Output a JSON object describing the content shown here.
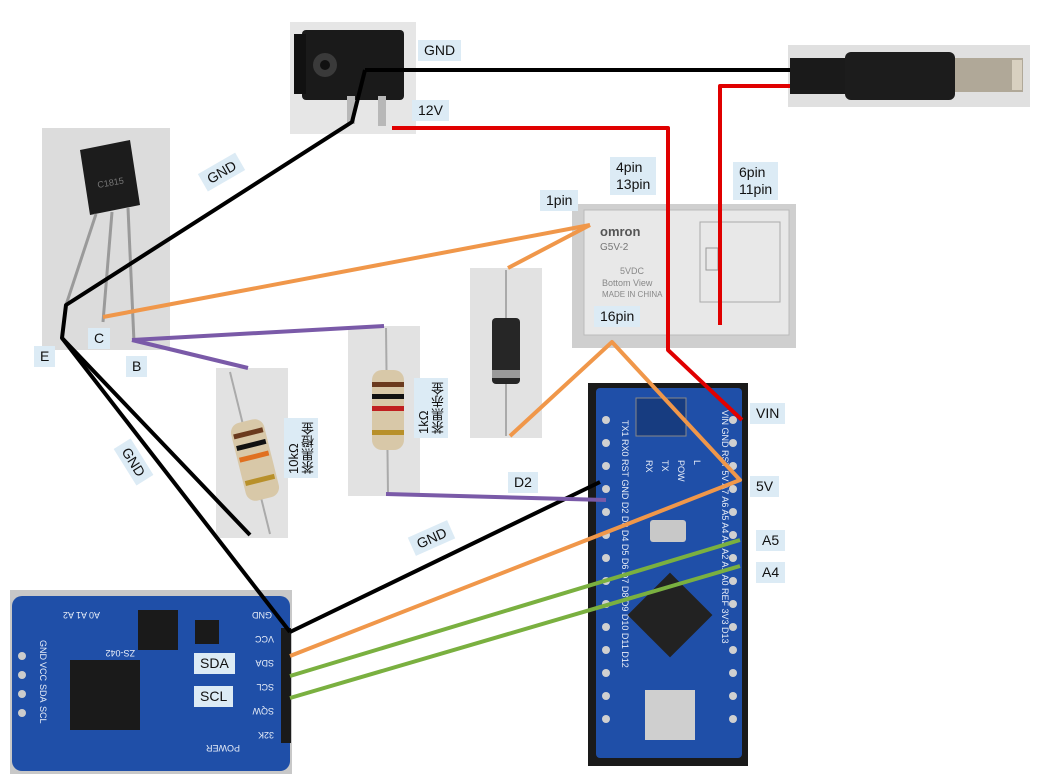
{
  "labels": {
    "gnd_top": "GND",
    "v12": "12V",
    "pin1": "1pin",
    "pin4_13": "4pin\n13pin",
    "pin6_11": "6pin\n11pin",
    "pin16": "16pin",
    "c": "C",
    "b": "B",
    "e": "E",
    "gnd_diag1": "GND",
    "gnd_diag2": "GND",
    "gnd_diag3": "GND",
    "r10k": "10kΩ\n茶黒橙金",
    "r1k": "1kΩ\n茶黒赤金",
    "d2": "D2",
    "vin": "VIN",
    "v5": "5V",
    "a5": "A5",
    "a4": "A4",
    "sda": "SDA",
    "scl": "SCL"
  },
  "relay": {
    "brand": "omron",
    "model": "G5V-2",
    "rating": "5VDC",
    "line2": "Bottom View",
    "line3": "MADE IN CHINA"
  },
  "transistor": {
    "marking": "C1815"
  },
  "rtc": {
    "model": "ZS-042",
    "pins": [
      "GND",
      "VCC",
      "SDA",
      "SCL",
      "SQW",
      "32K"
    ],
    "left_pins": [
      "GND",
      "VCC",
      "SDA",
      "SCL"
    ],
    "power": "POWER",
    "addr": "A0 A1 A2"
  },
  "nano": {
    "top_pins": "TX1 RX0 RST GND D2 D3 D4 D5 D6 D7 D8 D9 D10 D11 D12",
    "right_pins": "VIN GND RST 5V A7 A6 A5 A4 A3 A2 A1 A0 REF 3V3 D13",
    "leds": [
      "RX",
      "TX",
      "POW",
      "L"
    ]
  },
  "colors": {
    "gnd_wire": "#000000",
    "v12_wire": "#e00000",
    "orange_wire": "#f0974a",
    "purple_wire": "#7a5aa8",
    "green_wire": "#7ab040",
    "label_bg": "#dcebf5",
    "pcb_blue": "#1f4fa8"
  }
}
